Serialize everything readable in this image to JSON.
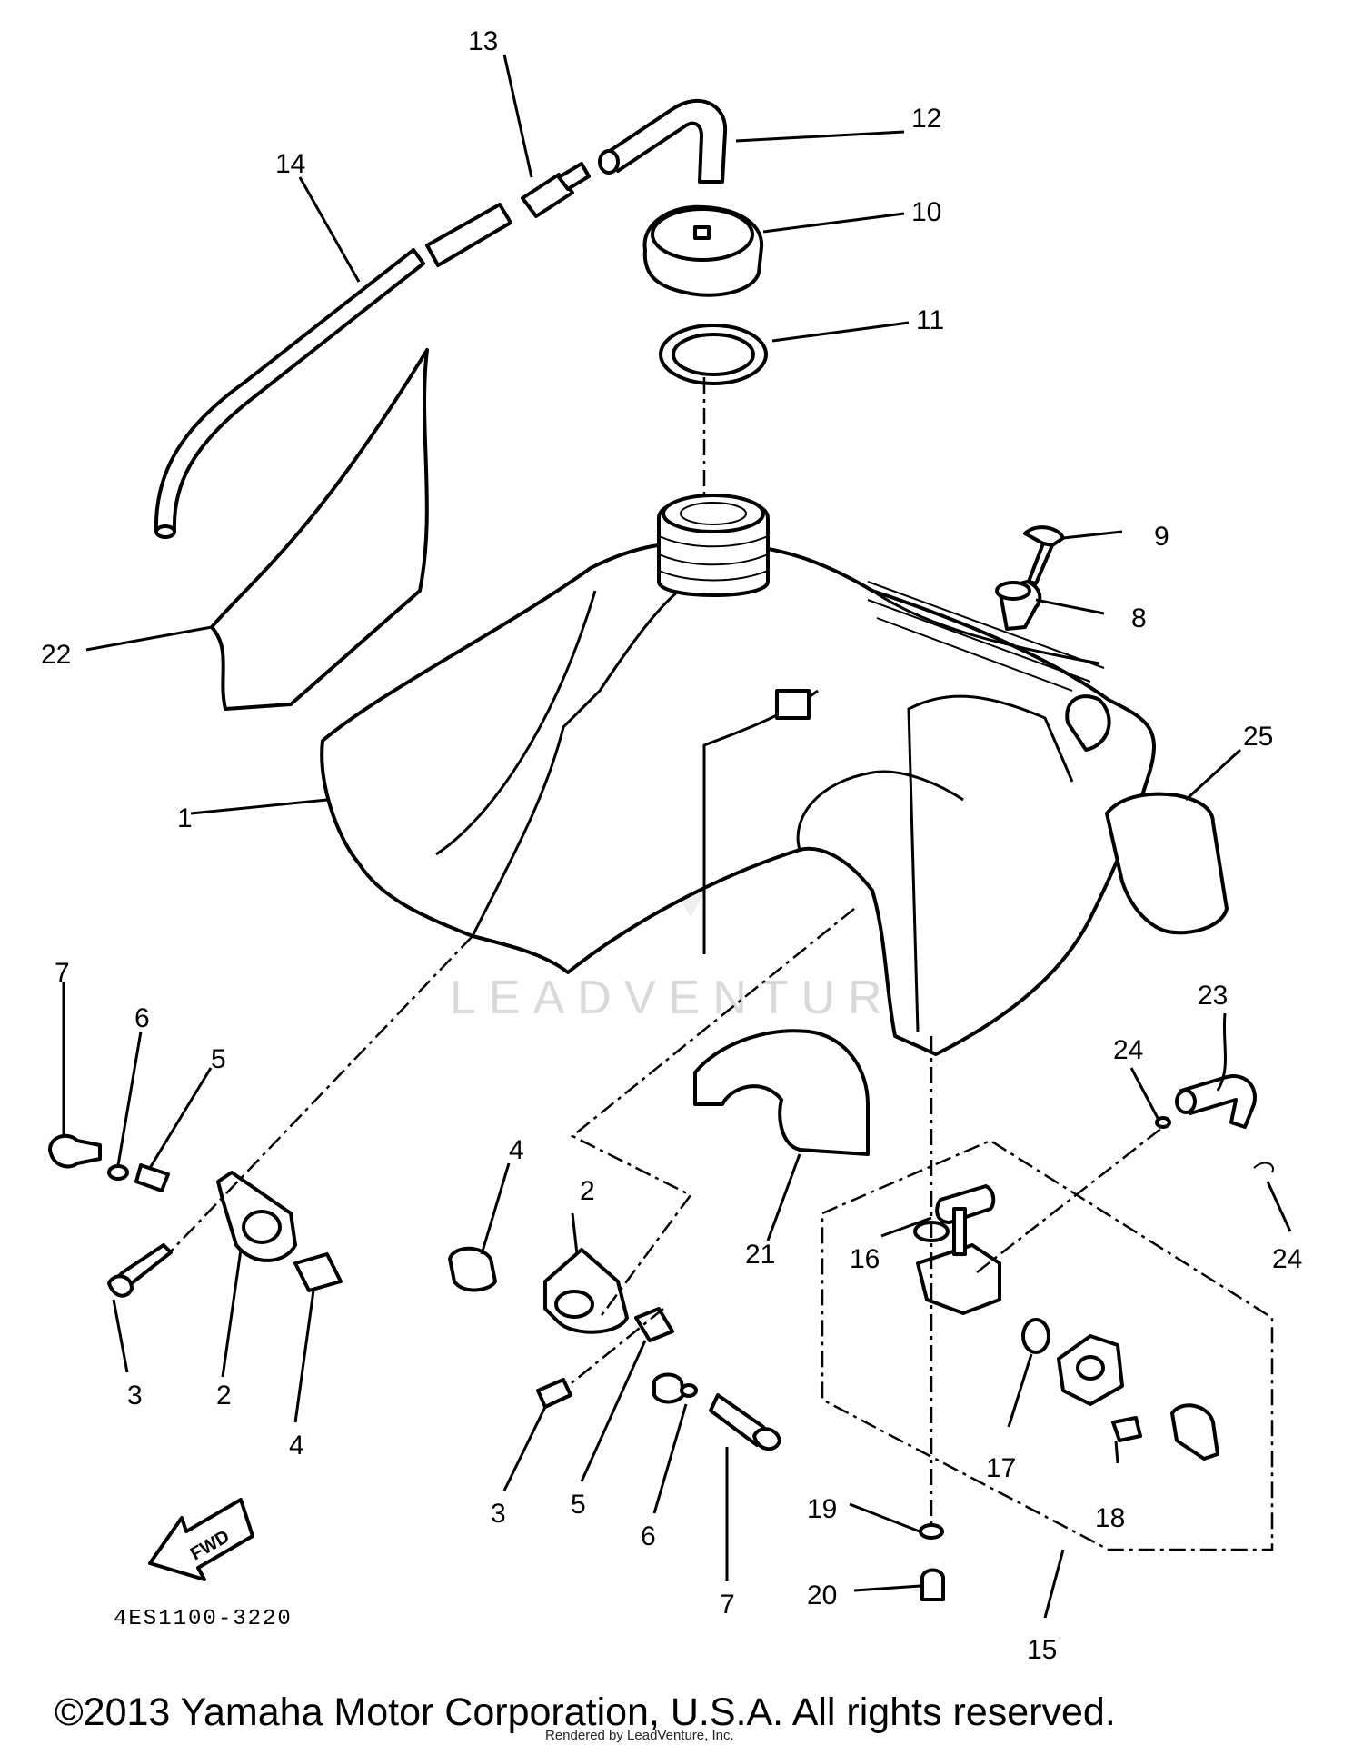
{
  "callouts": {
    "c13": "13",
    "c12": "12",
    "c14": "14",
    "c10": "10",
    "c11": "11",
    "c9": "9",
    "c8": "8",
    "c22": "22",
    "c25": "25",
    "c1": "1",
    "c7a": "7",
    "c6a": "6",
    "c5a": "5",
    "c3a": "3",
    "c2a": "2",
    "c4a": "4",
    "c4b": "4",
    "c2b": "2",
    "c3b": "3",
    "c5b": "5",
    "c6b": "6",
    "c7b": "7",
    "c21": "21",
    "c23": "23",
    "c24a": "24",
    "c24b": "24",
    "c16": "16",
    "c17": "17",
    "c18": "18",
    "c19": "19",
    "c20": "20",
    "c15": "15"
  },
  "fwd_label": "FWD",
  "diagram_code": "4ES1100-3220",
  "watermark": "LEADVENTURE",
  "copyright": "©2013 Yamaha Motor Corporation, U.S.A. All rights reserved.",
  "credit": "Rendered by LeadVenture, Inc."
}
